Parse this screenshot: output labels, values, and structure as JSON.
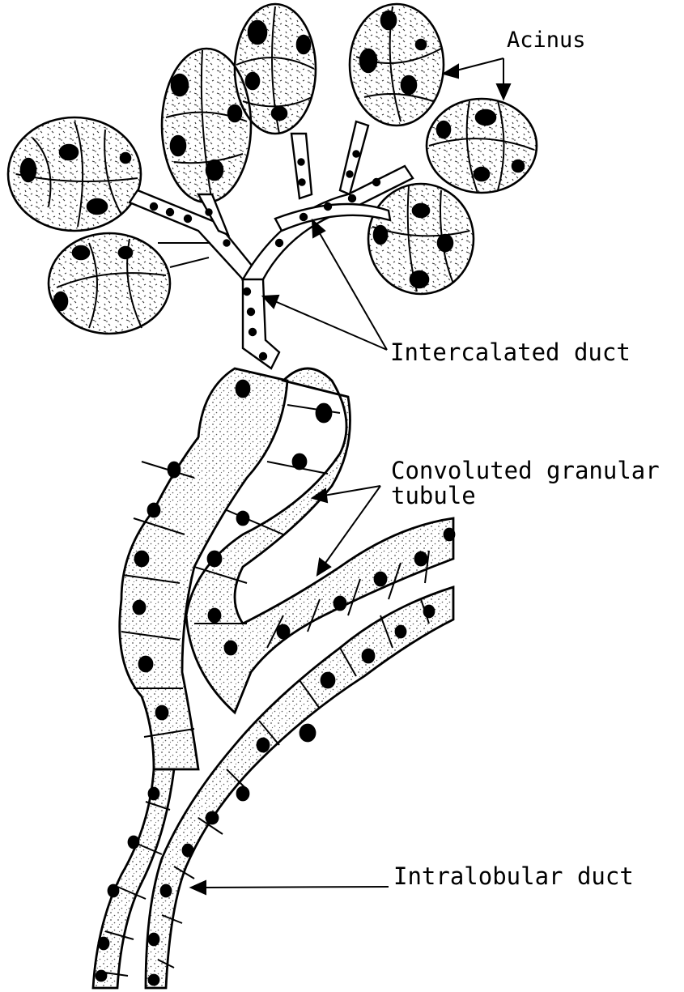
{
  "labels": {
    "acinus": "Acinus",
    "intercalated_duct": "Intercalated duct",
    "convoluted_granular_tubule_line1": "Convoluted granular",
    "convoluted_granular_tubule_line2": "tubule",
    "intralobular_duct": "Intralobular duct"
  },
  "colors": {
    "ink": "#000000",
    "paper": "#ffffff",
    "stipple": "#555555"
  },
  "icons": {
    "arrowhead": "filled-triangle-arrowhead"
  }
}
